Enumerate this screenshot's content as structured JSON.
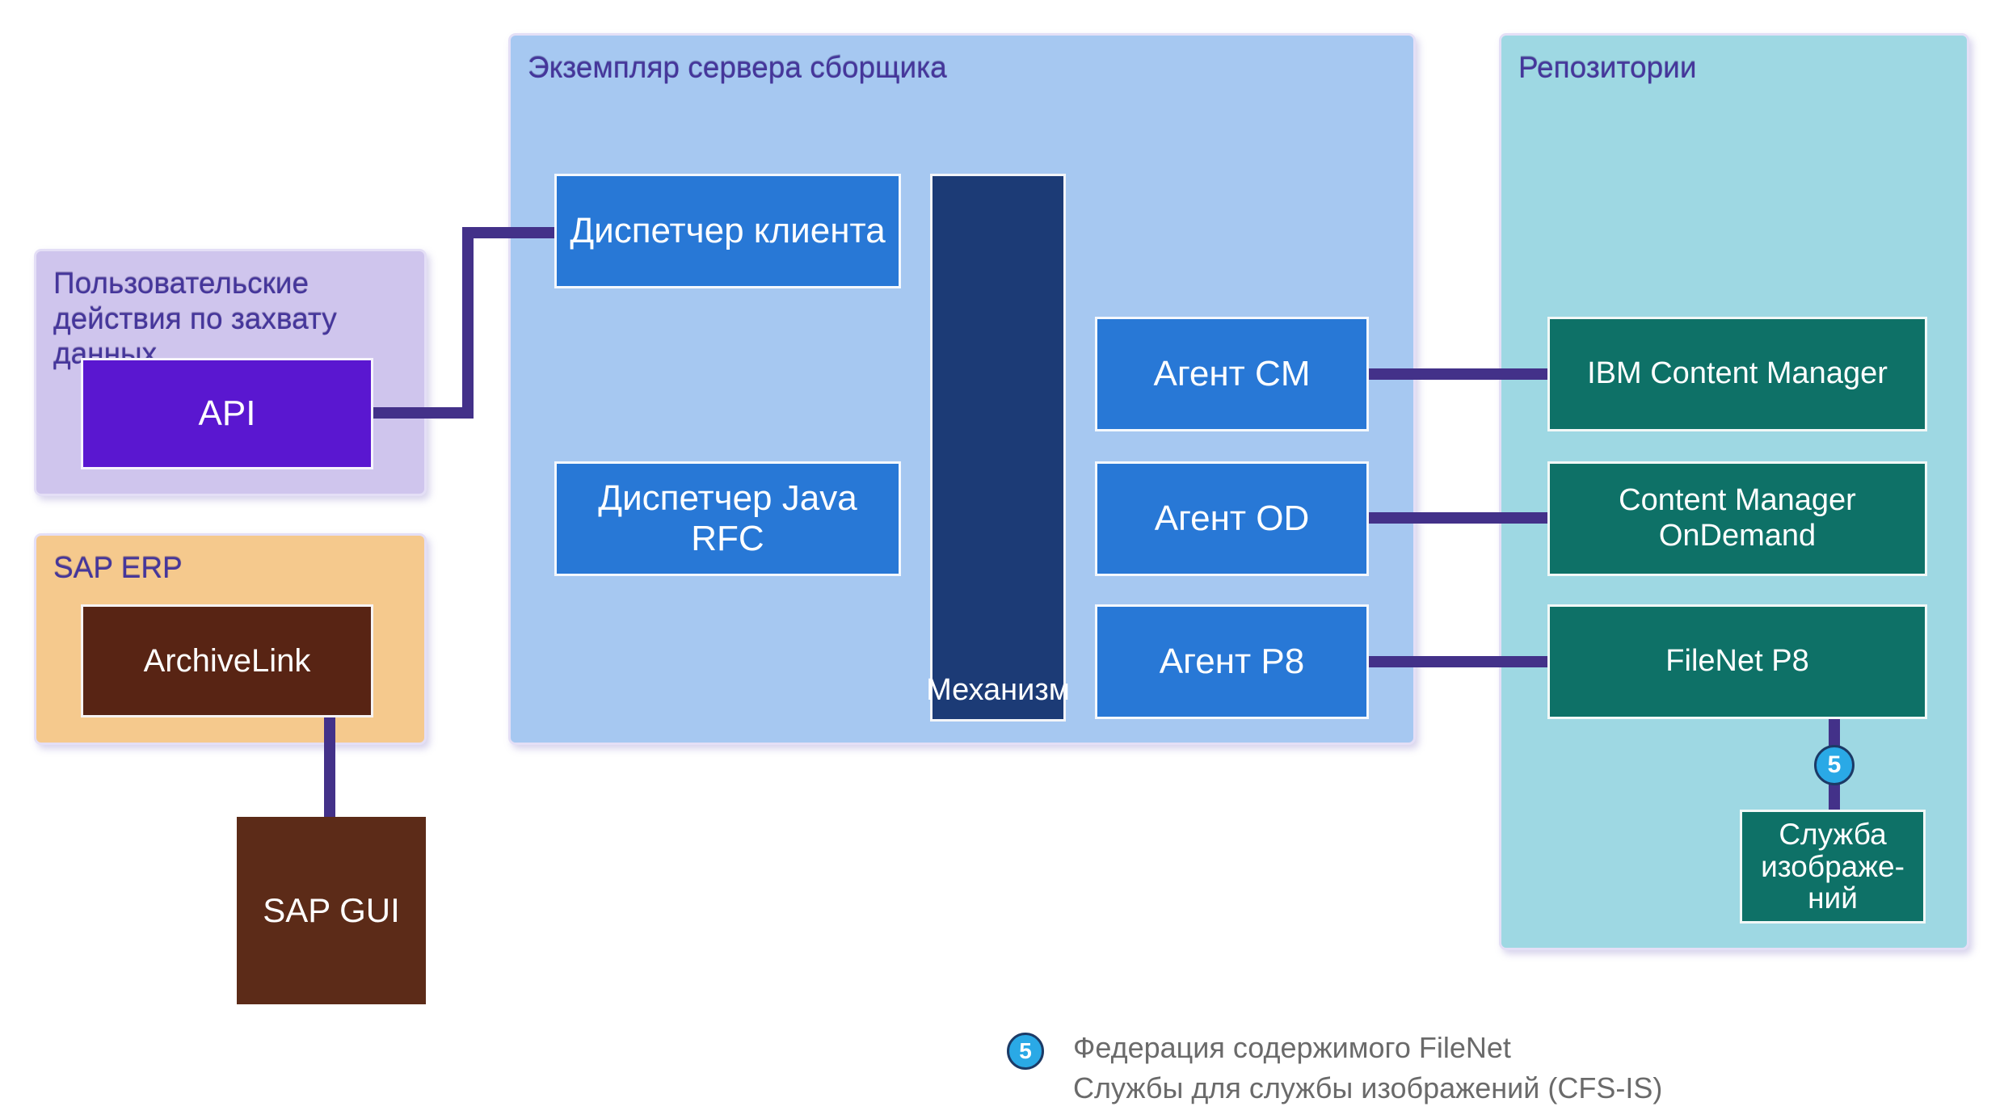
{
  "colors": {
    "connector": "#433189",
    "container_user_capture": "#cfc5ed",
    "container_sap_erp": "#f5c98d",
    "container_collector": "#a6c8f1",
    "container_repositories": "#9ed8e3",
    "node_blue": "#2878d6",
    "node_teal": "#0e7167",
    "node_purple": "#5a17d0",
    "node_brown": "#582414",
    "node_sap_gui": "#5c2b18",
    "engine_navy": "#1c3b76",
    "badge_fill": "#2aa9e6",
    "badge_border": "#1c3a66",
    "group_title": "#45369b",
    "legend_text": "#6a6a6a"
  },
  "groups": {
    "user_capture": {
      "title": "Пользовательские\nдействия по захвату\nданных",
      "api_label": "API"
    },
    "sap_erp": {
      "title": "SAP ERP",
      "archivelink_label": "ArchiveLink"
    },
    "sap_gui_label": "SAP GUI",
    "collector": {
      "title": "Экземпляр сервера сборщика",
      "client_dispatcher_label": "Диспетчер клиента",
      "java_rfc_dispatcher_label": "Диспетчер Java RFC",
      "engine_label": "Механизм",
      "agent_cm_label": "Агент CM",
      "agent_od_label": "Агент OD",
      "agent_p8_label": "Агент P8"
    },
    "repositories": {
      "title": "Репозитории",
      "ibm_content_manager_label": "IBM Content Manager",
      "content_manager_ondemand_label": "Content Manager OnDemand",
      "filenet_p8_label": "FileNet P8",
      "image_services_label": "Служба\nизображе-\nний",
      "badge": "5"
    }
  },
  "legend": {
    "badge": "5",
    "lines": [
      "Федерация содержимого FileNet",
      "Службы для службы изображений (CFS-IS)"
    ]
  }
}
